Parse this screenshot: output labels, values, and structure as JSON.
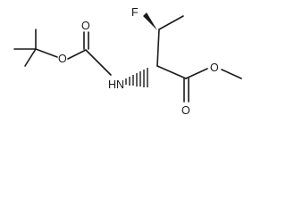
{
  "atoms": {
    "fluorine": "F",
    "nitrogen": "N",
    "hydrogen": "H",
    "carbonyl_oxygen_1": "O",
    "ester_oxygen_1": "O",
    "carbonyl_oxygen_2": "O",
    "ester_oxygen_2": "O"
  }
}
